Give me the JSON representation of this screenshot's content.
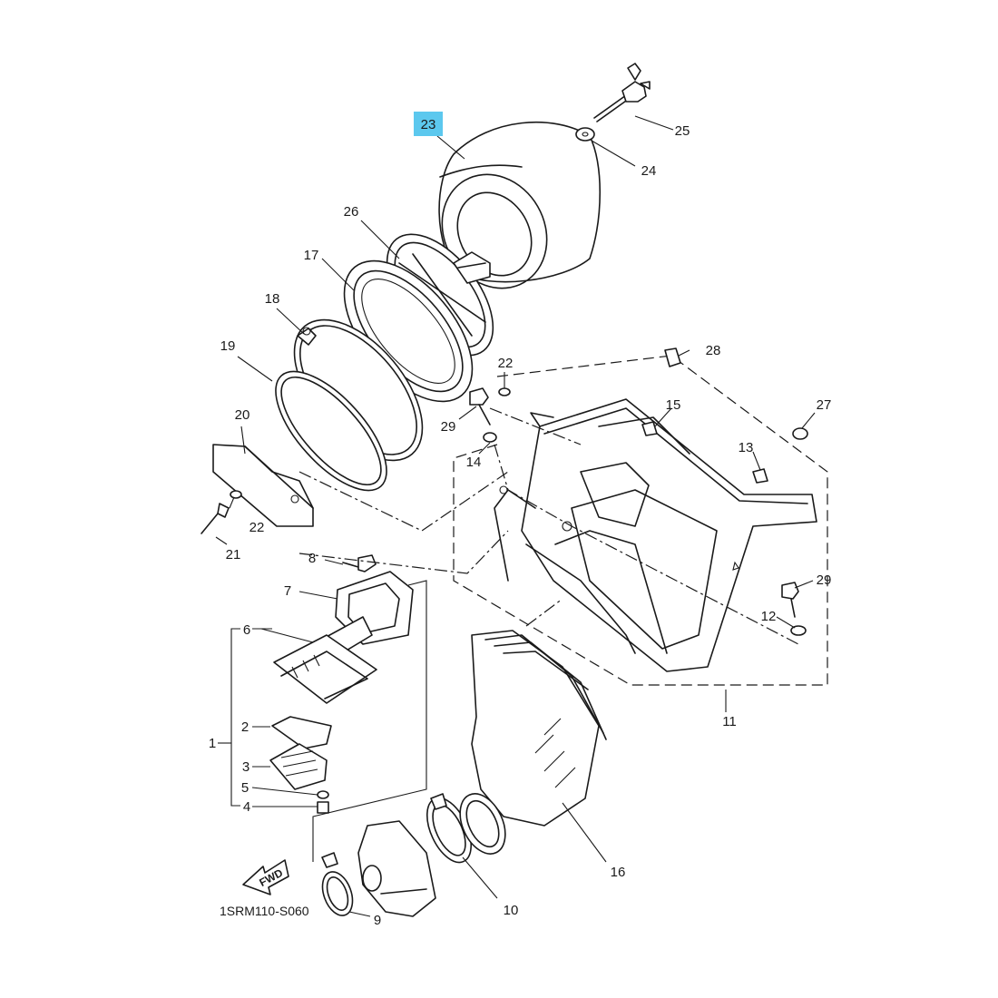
{
  "diagram": {
    "highlight_color": "#5cc8ee",
    "highlighted_part": "23",
    "labels": {
      "p1": "1",
      "p2": "2",
      "p3": "3",
      "p4": "4",
      "p5": "5",
      "p6": "6",
      "p7": "7",
      "p8": "8",
      "p9": "9",
      "p10": "10",
      "p11": "11",
      "p12": "12",
      "p13": "13",
      "p14": "14",
      "p15": "15",
      "p16": "16",
      "p17": "17",
      "p18": "18",
      "p19": "19",
      "p20": "20",
      "p21": "21",
      "p22a": "22",
      "p22b": "22",
      "p23": "23",
      "p24": "24",
      "p25": "25",
      "p26": "26",
      "p27": "27",
      "p28": "28",
      "p29a": "29",
      "p29b": "29"
    },
    "fwd_label": "FWD",
    "diagram_code": "1SRM110-S060"
  }
}
